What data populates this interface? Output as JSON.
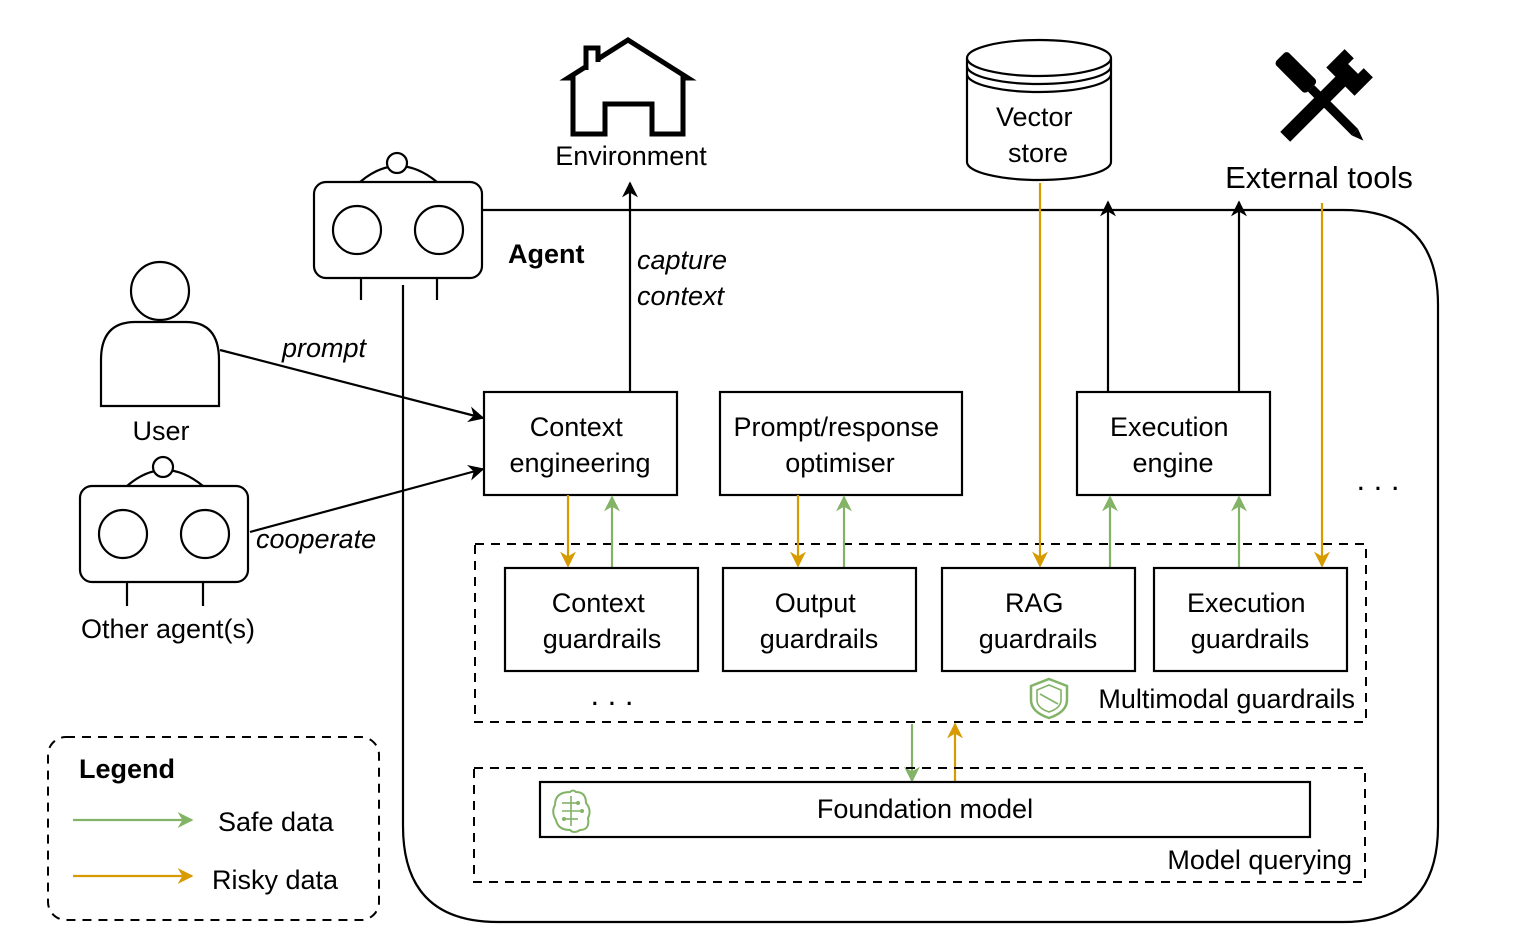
{
  "diagram": {
    "agent_label": "Agent",
    "environment_label": "Environment",
    "vector_store_label_1": "Vector",
    "vector_store_label_2": "store",
    "external_tools_label": "External tools",
    "user_label": "User",
    "other_agents_label": "Other agent(s)",
    "edge_prompt": "prompt",
    "edge_cooperate": "cooperate",
    "edge_capture_1": "capture",
    "edge_capture_2": "context",
    "context_engineering_1": "Context",
    "context_engineering_2": "engineering",
    "prompt_optimiser_1": "Prompt/response",
    "prompt_optimiser_2": "optimiser",
    "execution_engine_1": "Execution",
    "execution_engine_2": "engine",
    "context_guardrails_1": "Context",
    "context_guardrails_2": "guardrails",
    "output_guardrails_1": "Output",
    "output_guardrails_2": "guardrails",
    "rag_guardrails_1": "RAG",
    "rag_guardrails_2": "guardrails",
    "execution_guardrails_1": "Execution",
    "execution_guardrails_2": "guardrails",
    "multimodal_guardrails": "Multimodal guardrails",
    "foundation_model": "Foundation model",
    "model_querying": "Model querying",
    "ellipsis_upper": ". . .",
    "ellipsis_lower": ". . ."
  },
  "legend": {
    "title": "Legend",
    "safe_label": "Safe data",
    "risky_label": "Risky data"
  },
  "colors": {
    "safe": "#82b366",
    "risky": "#d79b00",
    "line": "#000000"
  },
  "icons": [
    "house-icon",
    "database-icon",
    "tools-icon",
    "user-icon",
    "robot-icon",
    "shield-icon",
    "brain-chip-icon"
  ]
}
